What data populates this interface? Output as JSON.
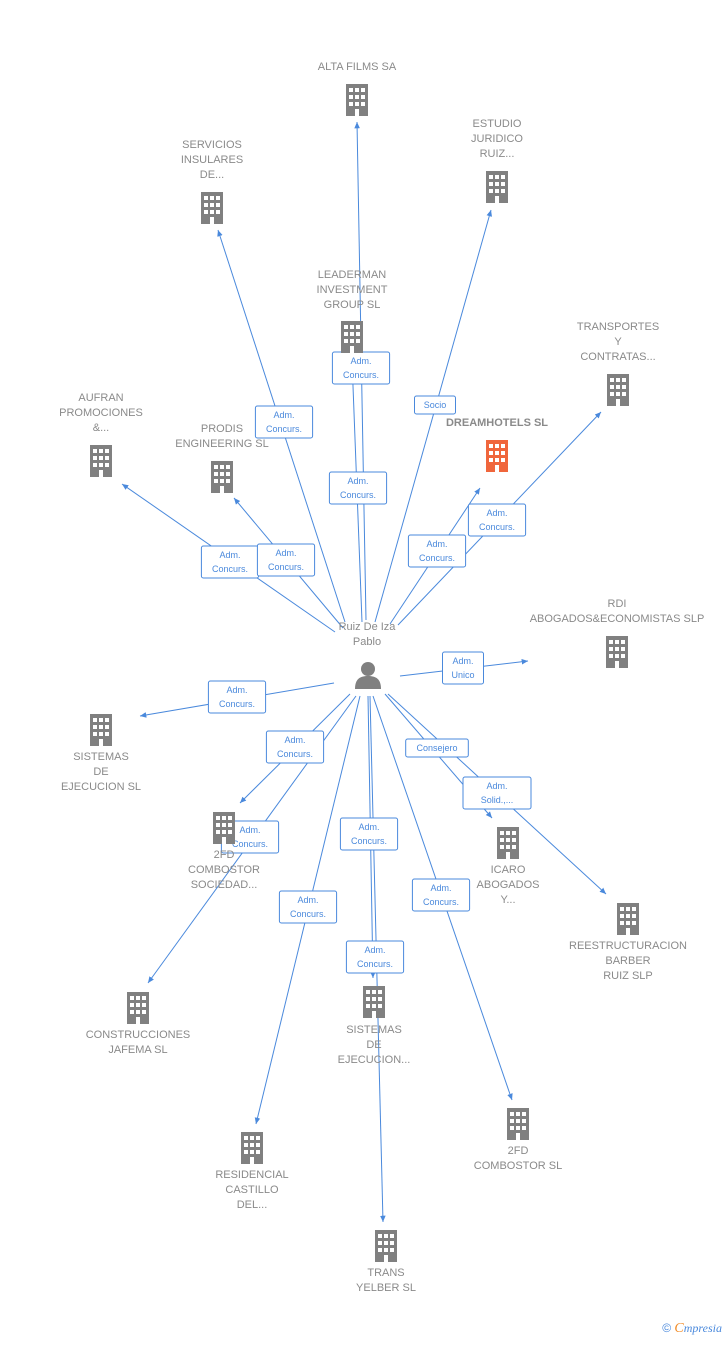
{
  "center": {
    "label_lines": [
      "Ruiz De Iza",
      "Pablo"
    ],
    "icon": "person-icon"
  },
  "colors": {
    "edge": "#4a89dc",
    "building": "#808080",
    "highlight": "#f0663c"
  },
  "nodes": [
    {
      "id": "alta-films",
      "lines": [
        "ALTA FILMS SA"
      ],
      "highlight": false
    },
    {
      "id": "servicios-insulares",
      "lines": [
        "SERVICIOS",
        "INSULARES",
        "DE..."
      ],
      "highlight": false
    },
    {
      "id": "estudio-juridico",
      "lines": [
        "ESTUDIO",
        "JURIDICO",
        "RUIZ..."
      ],
      "highlight": false
    },
    {
      "id": "leaderman",
      "lines": [
        "LEADERMAN",
        "INVESTMENT",
        "GROUP  SL"
      ],
      "highlight": false
    },
    {
      "id": "transportes",
      "lines": [
        "TRANSPORTES",
        "Y",
        "CONTRATAS..."
      ],
      "highlight": false
    },
    {
      "id": "aufran",
      "lines": [
        "AUFRAN",
        "PROMOCIONES",
        "&..."
      ],
      "highlight": false
    },
    {
      "id": "prodis",
      "lines": [
        "PRODIS",
        "ENGINEERING SL"
      ],
      "highlight": false
    },
    {
      "id": "dreamhotels",
      "lines": [
        "DREAMHOTELS SL"
      ],
      "highlight": true
    },
    {
      "id": "rdi",
      "lines": [
        "RDI",
        "ABOGADOS&ECONOMISTAS SLP"
      ],
      "highlight": false
    },
    {
      "id": "sistemas-1",
      "lines": [
        "SISTEMAS",
        "DE",
        "EJECUCION SL"
      ],
      "highlight": false
    },
    {
      "id": "2fd-sociedad",
      "lines": [
        "2FD",
        "COMBOSTOR",
        "SOCIEDAD..."
      ],
      "highlight": false
    },
    {
      "id": "icaro",
      "lines": [
        "ICARO",
        "ABOGADOS",
        "Y..."
      ],
      "highlight": false
    },
    {
      "id": "reestructuracion",
      "lines": [
        "REESTRUCTURACION",
        "BARBER",
        "RUIZ SLP"
      ],
      "highlight": false
    },
    {
      "id": "construcciones",
      "lines": [
        "CONSTRUCCIONES",
        "JAFEMA SL"
      ],
      "highlight": false
    },
    {
      "id": "sistemas-2",
      "lines": [
        "SISTEMAS",
        "DE",
        "EJECUCION..."
      ],
      "highlight": false
    },
    {
      "id": "2fd-sl",
      "lines": [
        "2FD",
        "COMBOSTOR SL"
      ],
      "highlight": false
    },
    {
      "id": "residencial",
      "lines": [
        "RESIDENCIAL",
        "CASTILLO",
        "DEL..."
      ],
      "highlight": false
    },
    {
      "id": "trans-yelber",
      "lines": [
        "TRANS",
        "YELBER SL"
      ],
      "highlight": false
    }
  ],
  "edges": [
    {
      "to": "alta-films",
      "label": [
        "Adm.",
        "Concurs."
      ]
    },
    {
      "to": "servicios-insulares",
      "label": [
        "Adm.",
        "Concurs."
      ]
    },
    {
      "to": "estudio-juridico",
      "label": [
        "Socio"
      ]
    },
    {
      "to": "leaderman",
      "label": [
        "Adm.",
        "Concurs."
      ]
    },
    {
      "to": "transportes",
      "label": [
        "Adm.",
        "Concurs."
      ]
    },
    {
      "to": "aufran",
      "label": [
        "Adm.",
        "Concurs."
      ]
    },
    {
      "to": "prodis",
      "label": [
        "Adm.",
        "Concurs."
      ]
    },
    {
      "to": "dreamhotels",
      "label": [
        "Adm.",
        "Concurs."
      ]
    },
    {
      "to": "rdi",
      "label": [
        "Adm.",
        "Unico"
      ]
    },
    {
      "to": "sistemas-1",
      "label": [
        "Adm.",
        "Concurs."
      ]
    },
    {
      "to": "2fd-sociedad",
      "label": [
        "Adm.",
        "Concurs."
      ]
    },
    {
      "to": "icaro",
      "label": [
        "Consejero"
      ]
    },
    {
      "to": "reestructuracion",
      "label": [
        "Adm.",
        "Solid.,..."
      ]
    },
    {
      "to": "construcciones",
      "label": [
        "Adm.",
        "Concurs."
      ]
    },
    {
      "to": "sistemas-2",
      "label": [
        "Adm.",
        "Concurs."
      ]
    },
    {
      "to": "2fd-sl",
      "label": [
        "Adm.",
        "Concurs."
      ]
    },
    {
      "to": "residencial",
      "label": [
        "Adm.",
        "Concurs."
      ]
    },
    {
      "to": "trans-yelber",
      "label": [
        "Adm.",
        "Concurs."
      ]
    }
  ],
  "footer": {
    "copyright": "©",
    "brand_initial": "C",
    "brand_rest": "mpresia"
  }
}
